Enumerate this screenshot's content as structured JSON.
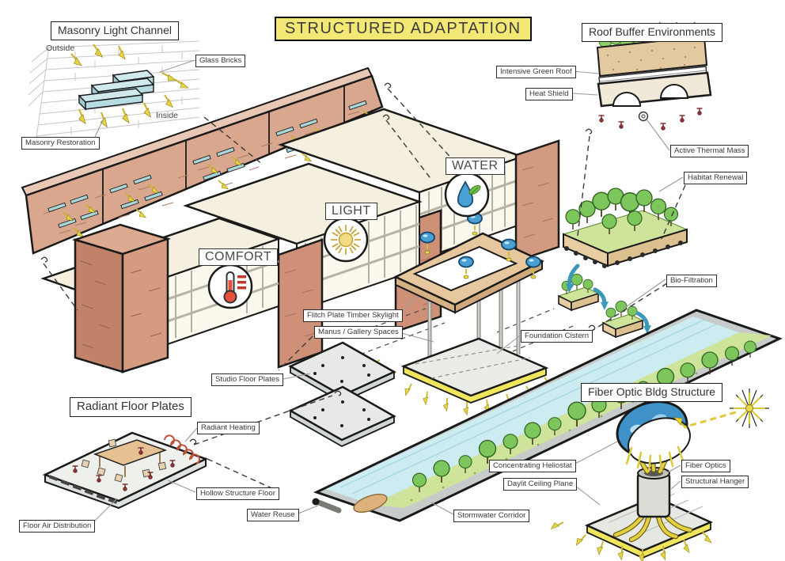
{
  "title": "STRUCTURED ADAPTATION",
  "masonry_light_channel": {
    "title": "Masonry Light Channel",
    "outside": "Outside",
    "inside": "Inside",
    "glass_bricks": "Glass Bricks",
    "masonry_restoration": "Masonry Restoration"
  },
  "roof_buffer": {
    "title": "Roof Buffer Environments",
    "intensive_green_roof": "Intensive Green Roof",
    "heat_shield": "Heat Shield",
    "active_thermal_mass": "Active Thermal Mass",
    "habitat_renewal": "Habitat Renewal",
    "bio_filtration": "Bio-Filtration"
  },
  "building": {
    "zone_water": "WATER",
    "zone_light": "LIGHT",
    "zone_comfort": "COMFORT",
    "flitch_plate": "Flitch Plate Timber Skylight",
    "gallery_spaces": "Manus / Gallery Spaces",
    "foundation_cistern": "Foundation Cistern",
    "studio_floor_plates": "Studio Floor Plates"
  },
  "radiant_floor": {
    "title": "Radiant Floor Plates",
    "radiant_heating": "Radiant Heating",
    "hollow_structure_floor": "Hollow Structure Floor",
    "floor_air_distribution": "Floor Air Distribution"
  },
  "fiber_optic": {
    "title": "Fiber Optic Bldg Structure",
    "concentrating_heliostat": "Concentrating Heliostat",
    "fiber_optics": "Fiber Optics",
    "structural_hanger": "Structural Hanger",
    "daylit_ceiling_plane": "Daylit Ceiling Plane"
  },
  "water_system": {
    "water_reuse": "Water Reuse",
    "stormwater_corridor": "Stormwater Corridor"
  },
  "icons": {
    "water_icon": "water-drop-leaf",
    "light_icon": "sun",
    "comfort_icon": "thermometer",
    "sun_icon": "sun-starburst"
  },
  "colors": {
    "highlight_yellow": "#f3e876",
    "brick": "#d9a68e",
    "glass_blue": "#aad8da",
    "arrow_yellow": "#e6d53a",
    "water_blue": "#cdecf2",
    "foliage_green": "#7cc65c",
    "timber_tan": "#e7c79e",
    "ink": "#1a1a1a"
  }
}
